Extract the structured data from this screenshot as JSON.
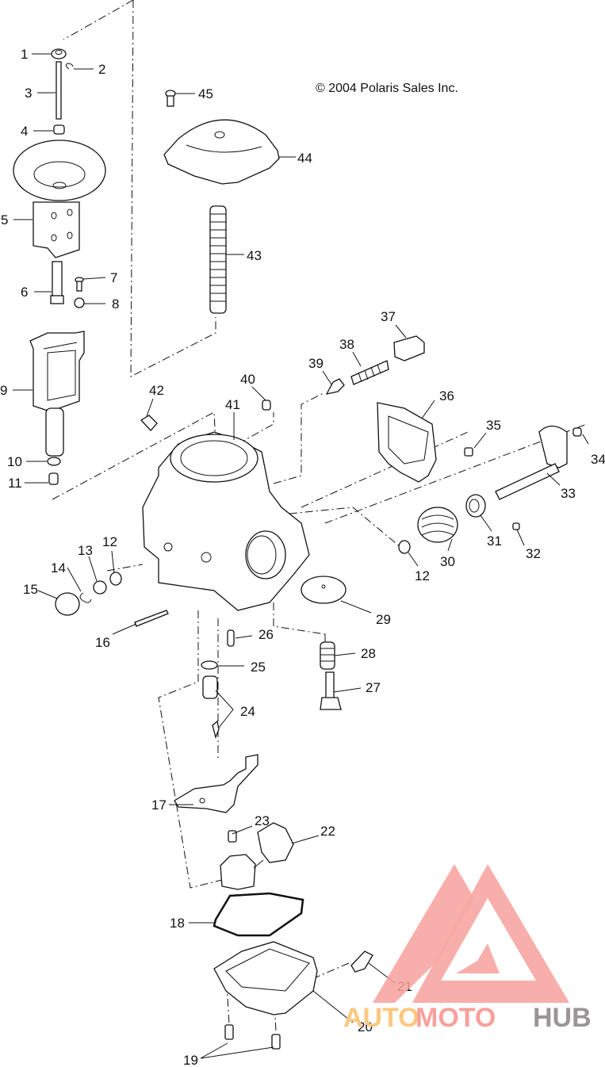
{
  "diagram": {
    "title": "Carburetor exploded parts diagram",
    "copyright": "© 2004 Polaris Sales Inc.",
    "callouts": [
      {
        "id": "1",
        "label": "1"
      },
      {
        "id": "2",
        "label": "2"
      },
      {
        "id": "3",
        "label": "3"
      },
      {
        "id": "4",
        "label": "4"
      },
      {
        "id": "5",
        "label": "5"
      },
      {
        "id": "6",
        "label": "6"
      },
      {
        "id": "7",
        "label": "7"
      },
      {
        "id": "8",
        "label": "8"
      },
      {
        "id": "9",
        "label": "9"
      },
      {
        "id": "10",
        "label": "10"
      },
      {
        "id": "11",
        "label": "11"
      },
      {
        "id": "12a",
        "label": "12"
      },
      {
        "id": "13",
        "label": "13"
      },
      {
        "id": "14",
        "label": "14"
      },
      {
        "id": "15",
        "label": "15"
      },
      {
        "id": "16",
        "label": "16"
      },
      {
        "id": "17",
        "label": "17"
      },
      {
        "id": "18",
        "label": "18"
      },
      {
        "id": "19",
        "label": "19"
      },
      {
        "id": "20",
        "label": "20"
      },
      {
        "id": "21",
        "label": "21"
      },
      {
        "id": "22",
        "label": "22"
      },
      {
        "id": "23",
        "label": "23"
      },
      {
        "id": "24",
        "label": "24"
      },
      {
        "id": "25",
        "label": "25"
      },
      {
        "id": "26",
        "label": "26"
      },
      {
        "id": "27",
        "label": "27"
      },
      {
        "id": "28",
        "label": "28"
      },
      {
        "id": "29",
        "label": "29"
      },
      {
        "id": "30",
        "label": "30"
      },
      {
        "id": "31",
        "label": "31"
      },
      {
        "id": "32",
        "label": "32"
      },
      {
        "id": "33",
        "label": "33"
      },
      {
        "id": "34",
        "label": "34"
      },
      {
        "id": "35",
        "label": "35"
      },
      {
        "id": "36",
        "label": "36"
      },
      {
        "id": "37",
        "label": "37"
      },
      {
        "id": "38",
        "label": "38"
      },
      {
        "id": "39",
        "label": "39"
      },
      {
        "id": "40",
        "label": "40"
      },
      {
        "id": "41",
        "label": "41"
      },
      {
        "id": "42",
        "label": "42"
      },
      {
        "id": "43",
        "label": "43"
      },
      {
        "id": "44",
        "label": "44"
      },
      {
        "id": "45",
        "label": "45"
      },
      {
        "id": "12b",
        "label": "12"
      }
    ]
  },
  "watermark": {
    "text_auto": "AUTO",
    "text_moto": "MOTO",
    "text_hub": "HUB",
    "colors": {
      "auto": "#fcc880",
      "moto": "#f8a09c",
      "hub": "#9a9597",
      "logo": "#f8a09c"
    }
  }
}
